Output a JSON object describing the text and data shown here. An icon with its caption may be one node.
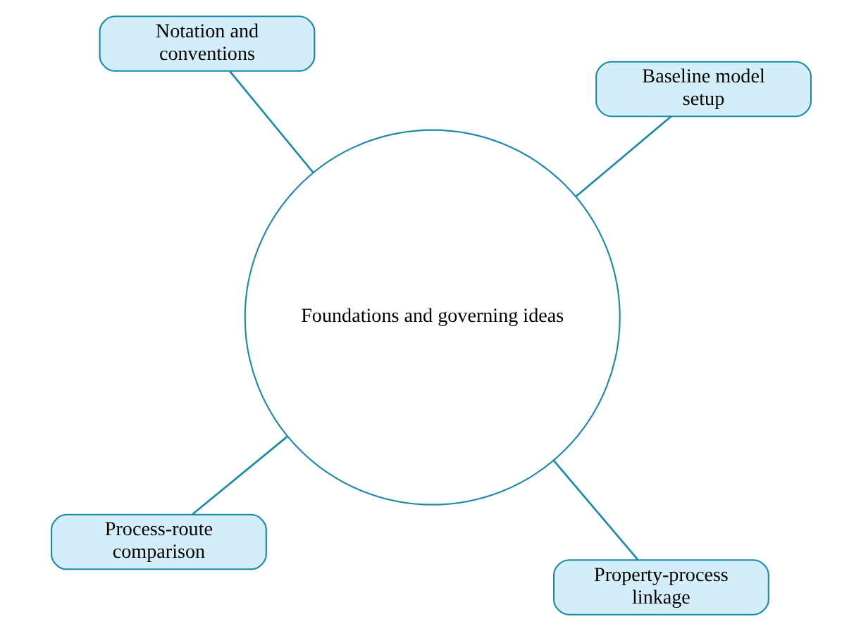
{
  "diagram": {
    "nodes": [
      {
        "text": [
          "Process-route comparison"
        ]
      },
      {
        "text": [
          "Property-process linkage"
        ]
      },
      {
        "text": [
          "Foundations and governing ideas"
        ]
      },
      {
        "text": [
          "Notation and conventions"
        ]
      },
      {
        "text": [
          "Baseline model setup"
        ]
      }
    ],
    "edges": [
      {
        "from": 2,
        "to": 0,
        "arrow": "none"
      },
      {
        "from": 2,
        "to": 1,
        "arrow": "none"
      },
      {
        "from": 2,
        "to": 3,
        "arrow": "none"
      },
      {
        "from": 2,
        "to": 4,
        "arrow": "none"
      }
    ]
  }
}
